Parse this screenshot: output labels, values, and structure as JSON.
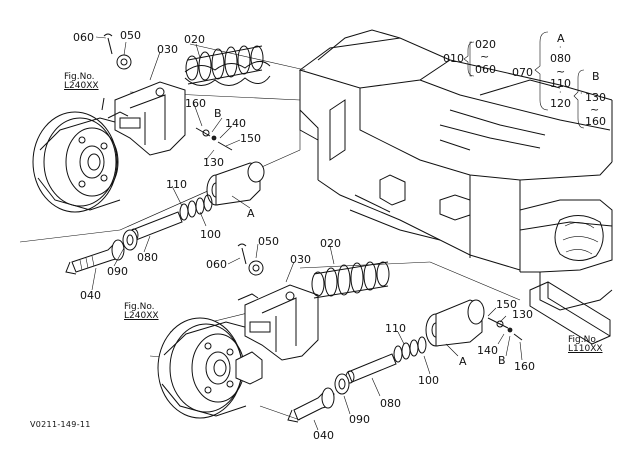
{
  "callouts": {
    "p060a": "060",
    "p050a": "050",
    "p030a": "030",
    "p020a": "020",
    "p160a": "160",
    "pBa": "B",
    "p140a": "140",
    "p150a": "150",
    "p130a": "130",
    "p110a": "110",
    "p100a": "100",
    "pAa": "A",
    "p080a": "080",
    "p090a": "090",
    "p040a": "040",
    "p050b": "050",
    "p020b": "020",
    "p060b": "060",
    "p030b": "030",
    "p150b": "150",
    "p130b": "130",
    "p110b": "110",
    "p140b": "140",
    "pBb": "B",
    "p160b": "160",
    "p100b": "100",
    "pAb": "A",
    "p080b": "080",
    "p090b": "090",
    "p040b": "040"
  },
  "figure_refs": {
    "fig1": {
      "line1": "Fig.No.",
      "line2": "L240XX"
    },
    "fig2": {
      "line1": "Fig.No.",
      "line2": "L240XX"
    },
    "fig3": {
      "line1": "Fig.No.",
      "line2": "L110XX"
    }
  },
  "ranges": {
    "r010": {
      "code": "010",
      "from": "020",
      "to": "060"
    },
    "r070": {
      "code": "070",
      "groupA": "A",
      "a_from": "080",
      "a_mid": "110",
      "a_to": "120",
      "groupB": "B",
      "b_from": "130",
      "b_to": "160"
    }
  },
  "drawing_code": "V0211-149-11"
}
